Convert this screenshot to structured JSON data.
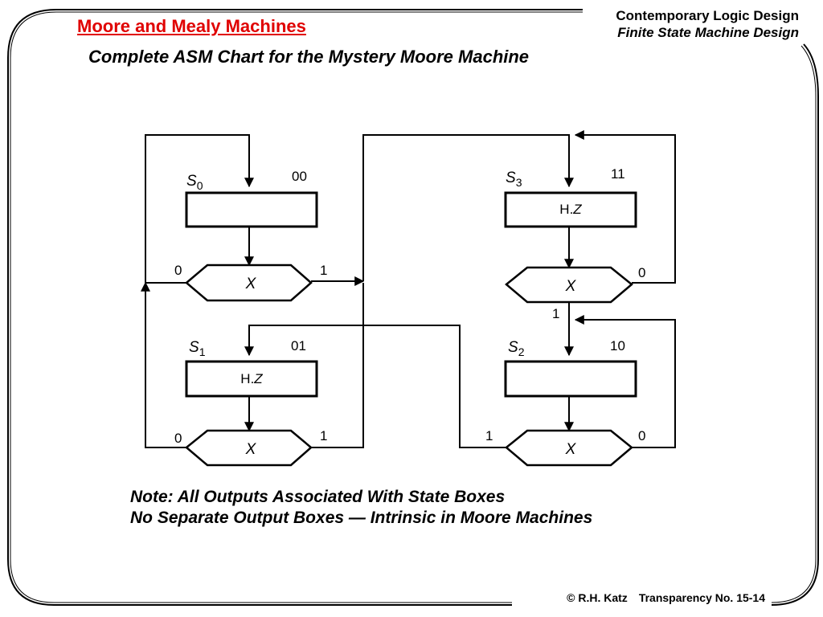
{
  "header": {
    "title": "Moore and Mealy Machines",
    "course": "Contemporary Logic Design",
    "chapter": "Finite State Machine Design"
  },
  "subtitle": "Complete ASM Chart for the Mystery Moore Machine",
  "diagram": {
    "states": [
      {
        "id": "s0",
        "name": "S",
        "sub": "0",
        "code": "00",
        "output": {
          "prefix": "",
          "var": ""
        }
      },
      {
        "id": "s1",
        "name": "S",
        "sub": "1",
        "code": "01",
        "output": {
          "prefix": "H.",
          "var": "Z"
        }
      },
      {
        "id": "s2",
        "name": "S",
        "sub": "2",
        "code": "10",
        "output": {
          "prefix": "",
          "var": ""
        }
      },
      {
        "id": "s3",
        "name": "S",
        "sub": "3",
        "code": "11",
        "output": {
          "prefix": "H.",
          "var": "Z"
        }
      }
    ],
    "decisions": [
      {
        "id": "d0",
        "variable": "X",
        "left_label": "0",
        "right_label": "1"
      },
      {
        "id": "d1",
        "variable": "X",
        "left_label": "0",
        "right_label": "1"
      },
      {
        "id": "d2",
        "variable": "X",
        "left_label": "1",
        "right_label": "0"
      },
      {
        "id": "d3",
        "variable": "X",
        "bottom_label": "1",
        "right_label": "0"
      }
    ]
  },
  "notes": [
    "Note: All Outputs Associated With State Boxes",
    "No Separate Output Boxes — Intrinsic in Moore Machines"
  ],
  "footer": {
    "copyright": "© R.H. Katz",
    "transparency": "Transparency No. 15-14"
  }
}
